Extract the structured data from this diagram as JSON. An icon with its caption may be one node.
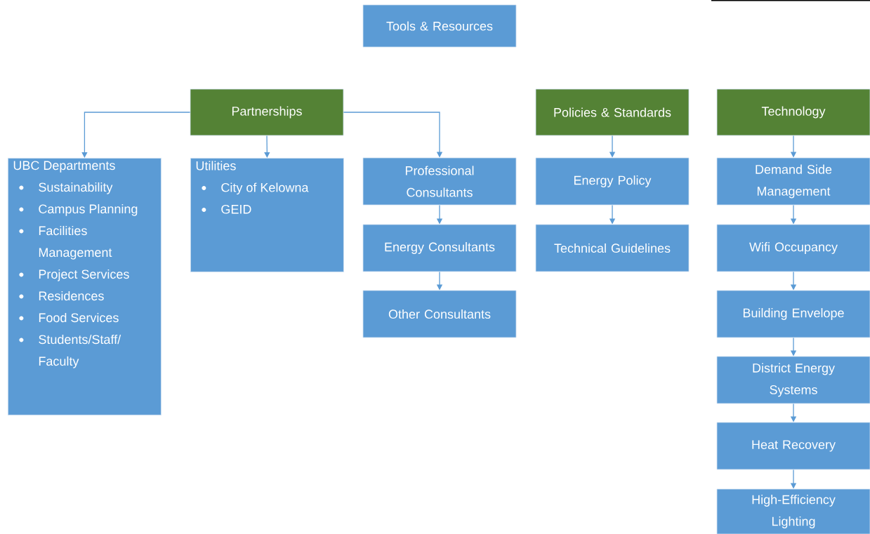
{
  "diagram": {
    "nodes": [
      {
        "text": [
          "Tools & Resources"
        ]
      },
      {
        "text": [
          "Partnerships"
        ]
      },
      {
        "text": [
          "Policies & Standards"
        ]
      },
      {
        "text": [
          "Technology"
        ]
      },
      {
        "text": [
          "UBC Departments",
          "Sustainability",
          "Campus Planning",
          "Facilities Management",
          "Project Services",
          "Residences",
          "Food Services",
          "Students/Staff/Faculty"
        ]
      },
      {
        "text": [
          "Utilities",
          "City of Kelowna",
          "GEID"
        ]
      },
      {
        "text": [
          "Professional Consultants"
        ]
      },
      {
        "text": [
          "Energy Consultants"
        ]
      },
      {
        "text": [
          "Other Consultants"
        ]
      },
      {
        "text": [
          "Energy Policy"
        ]
      },
      {
        "text": [
          "Technical Guidelines"
        ]
      },
      {
        "text": [
          "Demand Side Management"
        ]
      },
      {
        "text": [
          "Wifi Occupancy"
        ]
      },
      {
        "text": [
          "Building Envelope"
        ]
      },
      {
        "text": [
          "District Energy Systems"
        ]
      },
      {
        "text": [
          "Heat Recovery"
        ]
      },
      {
        "text": [
          "High-Efficiency Lighting"
        ]
      }
    ],
    "edges": [
      {
        "from": 1,
        "to": 4,
        "arrow": "to"
      },
      {
        "from": 1,
        "to": 5,
        "arrow": "to"
      },
      {
        "from": 1,
        "to": 6,
        "arrow": "to"
      },
      {
        "from": 6,
        "to": 7,
        "arrow": "to"
      },
      {
        "from": 7,
        "to": 8,
        "arrow": "to"
      },
      {
        "from": 2,
        "to": 9,
        "arrow": "to"
      },
      {
        "from": 9,
        "to": 10,
        "arrow": "to"
      },
      {
        "from": 3,
        "to": 11,
        "arrow": "to"
      },
      {
        "from": 11,
        "to": 12,
        "arrow": "to"
      },
      {
        "from": 12,
        "to": 13,
        "arrow": "to"
      },
      {
        "from": 13,
        "to": 14,
        "arrow": "to"
      },
      {
        "from": 14,
        "to": 15,
        "arrow": "to"
      },
      {
        "from": 15,
        "to": 16,
        "arrow": "to"
      }
    ]
  }
}
